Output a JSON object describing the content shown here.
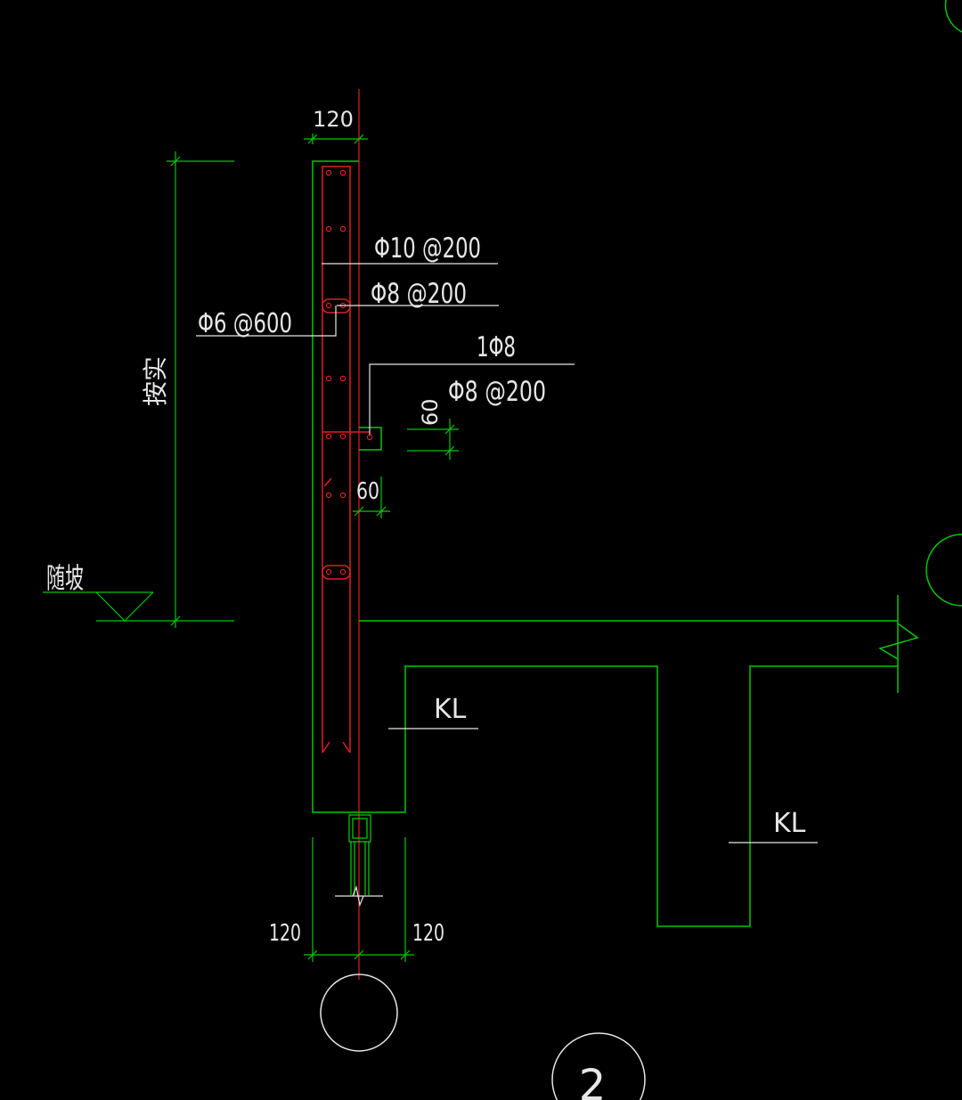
{
  "colors": {
    "background": "#000000",
    "outline": "#00c800",
    "rebar": "#e02020",
    "text": "#e6e6e6"
  },
  "labels": {
    "top_width": "120",
    "rebar_main": "Φ10 @200",
    "rebar_distribution": "Φ8 @200",
    "rebar_tie": "Φ6 @600",
    "rebar_single": "1Φ8",
    "rebar_hook": "Φ8 @200",
    "dim_vertical_60": "60",
    "dim_horizontal_60": "60",
    "height_note": "按实",
    "grade_note": "随坡",
    "beam_left": "KL",
    "beam_right": "KL",
    "bottom_left_width": "120",
    "bottom_right_width": "120",
    "axis_number": "2"
  }
}
